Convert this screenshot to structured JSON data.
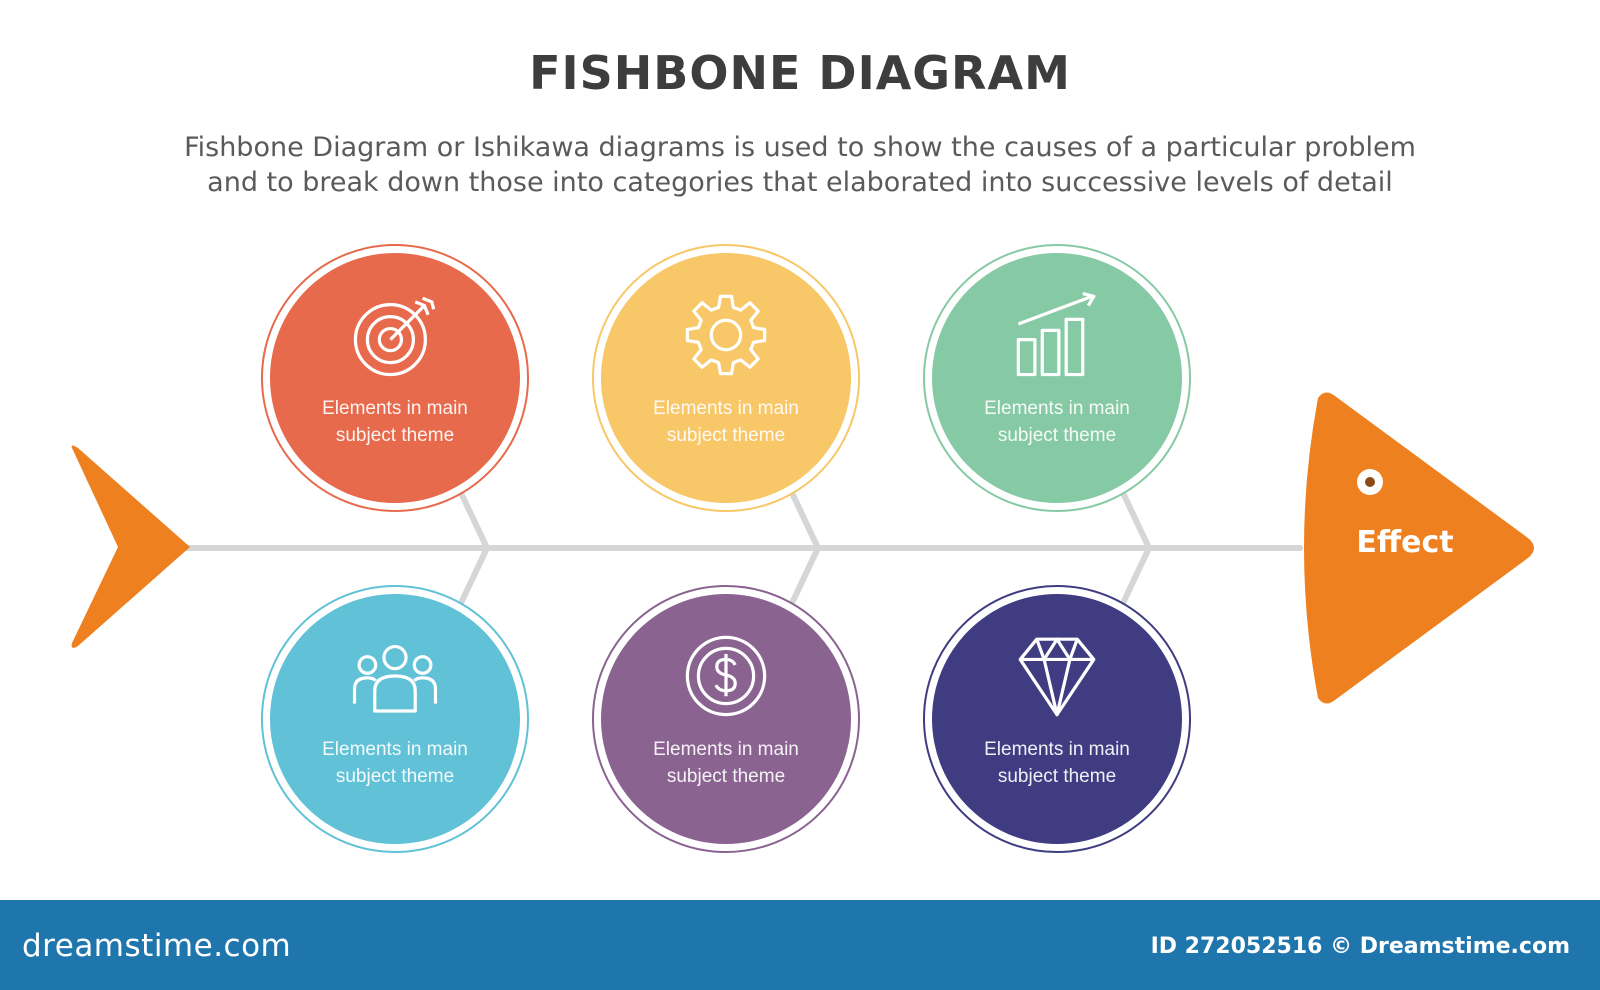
{
  "header": {
    "title": "FISHBONE DIAGRAM",
    "subtitle_line1": "Fishbone Diagram or Ishikawa diagrams is used to show the causes of a particular problem",
    "subtitle_line2": "and to break down those into categories that elaborated into successive levels of detail"
  },
  "effect": {
    "label": "Effect",
    "color": "#ef8020"
  },
  "spine_color": "#d6d6d6",
  "causes": [
    {
      "line1": "Elements in main",
      "line2": "subject theme",
      "icon": "target-icon",
      "color": "#e76a4c"
    },
    {
      "line1": "Elements in main",
      "line2": "subject theme",
      "icon": "gear-icon",
      "color": "#f8c767"
    },
    {
      "line1": "Elements in main",
      "line2": "subject theme",
      "icon": "growth-chart-icon",
      "color": "#86c9a5"
    },
    {
      "line1": "Elements in main",
      "line2": "subject theme",
      "icon": "team-icon",
      "color": "#60c1d7"
    },
    {
      "line1": "Elements in main",
      "line2": "subject theme",
      "icon": "dollar-coin-icon",
      "color": "#8a6391"
    },
    {
      "line1": "Elements in main",
      "line2": "subject theme",
      "icon": "diamond-icon",
      "color": "#3f3c82"
    }
  ],
  "footer": {
    "brand": "dreamstime.com",
    "id_text": "ID 272052516 © Dreamstime.com"
  }
}
